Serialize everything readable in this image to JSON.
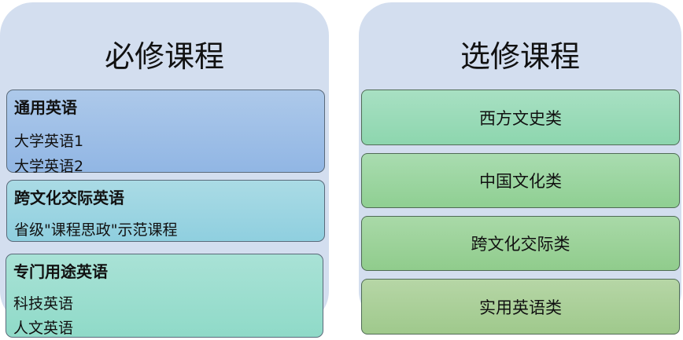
{
  "required": {
    "title": "必修课程",
    "groups": [
      {
        "heading": "通用英语",
        "items": [
          "大学英语1",
          "大学英语2"
        ],
        "color": "#9dbde6"
      },
      {
        "heading": "跨文化交际英语",
        "items": [
          "省级\"课程思政\"示范课程"
        ],
        "color": "#9fd5e0"
      },
      {
        "heading": "专门用途英语",
        "items": [
          "科技英语",
          "人文英语"
        ],
        "color": "#9fe0d2"
      }
    ]
  },
  "elective": {
    "title": "选修课程",
    "items": [
      "西方文史类",
      "中国文化类",
      "跨文化交际类",
      "实用英语类"
    ]
  },
  "colors": {
    "panel": "#d3deef"
  }
}
